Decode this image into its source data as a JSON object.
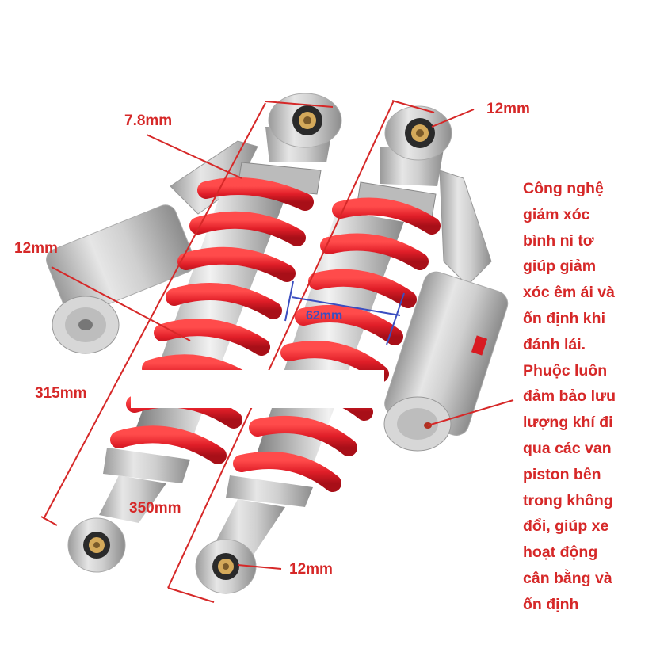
{
  "colors": {
    "annotation": "#d62828",
    "spring": "#e0202a",
    "body": "#c9c9c9",
    "dimension_line_blue": "#3b4ec0"
  },
  "labels": {
    "top_eye_left": "7.8mm",
    "top_eye_right": "12mm",
    "reservoir_left": "12mm",
    "spring_width": "62mm",
    "length_short": "315mm",
    "length_long": "350mm",
    "bottom_eye": "12mm"
  },
  "description_lines": [
    "Công nghệ",
    "giảm xóc",
    "bình ni tơ",
    "giúp giảm",
    "xóc êm ái và",
    "ổn định khi",
    "đánh lái.",
    "Phuộc luôn",
    "đảm bảo lưu",
    "lượng khí đi",
    "qua các van",
    "piston bên",
    "trong không",
    "đổi, giúp xe",
    "hoạt động",
    "cân bằng và",
    "ổn định"
  ]
}
